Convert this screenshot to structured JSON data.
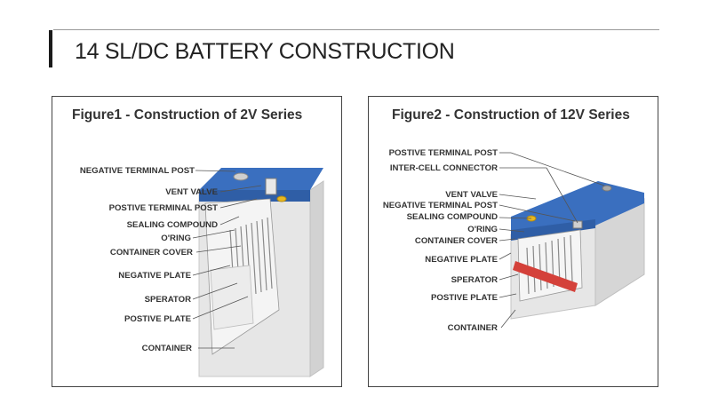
{
  "header": {
    "title": "14 SL/DC BATTERY  CONSTRUCTION"
  },
  "figure1": {
    "title": "Figure1 - Construction of 2V Series",
    "labels": [
      "NEGATIVE TERMINAL POST",
      "VENT VALVE",
      "POSTIVE TERMINAL POST",
      "SEALING COMPOUND",
      "O'RING",
      "CONTAINER COVER",
      "NEGATIVE PLATE",
      "SPERATOR",
      "POSTIVE PLATE",
      "CONTAINER"
    ]
  },
  "figure2": {
    "title": "Figure2 - Construction of 12V Series",
    "labels": [
      "POSTIVE TERMINAL POST",
      "INTER-CELL CONNECTOR",
      "VENT VALVE",
      "NEGATIVE TERMINAL POST",
      "SEALING COMPOUND",
      "O'RING",
      "CONTAINER COVER",
      "NEGATIVE PLATE",
      "SPERATOR",
      "POSTIVE PLATE",
      "CONTAINER"
    ]
  },
  "colors": {
    "cover_blue": "#3a6fbf",
    "red_plate": "#d4413a",
    "terminal_yellow": "#e8b820"
  }
}
